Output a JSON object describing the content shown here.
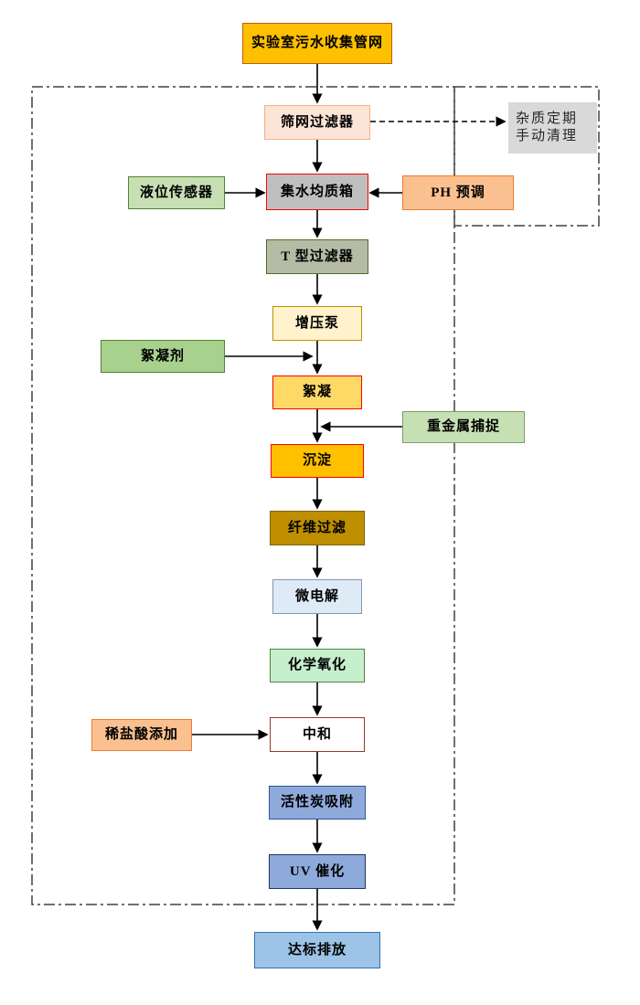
{
  "colors": {
    "arrow": "#000000",
    "boundary": "#404040",
    "background": "#FFFFFF"
  },
  "nodes": {
    "source": {
      "label": "实验室污水收集管网",
      "fill": "#FFC000",
      "border": "#C55A11"
    },
    "screen_filter": {
      "label": "筛网过滤器",
      "fill": "#FCE4D6",
      "border": "#F4B183"
    },
    "manual_clean_note": {
      "line1": "杂质定期",
      "line2": "手动清理",
      "fill": "#D9D9D9"
    },
    "level_sensor": {
      "label": "液位传感器",
      "fill": "#C6E0B4",
      "border": "#538135"
    },
    "collection_tank": {
      "label": "集水均质箱",
      "fill": "#BFBFBF",
      "border": "#FF0000"
    },
    "ph_preadjust": {
      "label": "PH 预调",
      "fill": "#FAC090",
      "border": "#ED7D31"
    },
    "t_filter": {
      "label": "T 型过滤器",
      "fill": "#B5BBA5",
      "border": "#4E6B30"
    },
    "booster_pump": {
      "label": "增压泵",
      "fill": "#FFF2CC",
      "border": "#BF9000"
    },
    "flocculant": {
      "label": "絮凝剂",
      "fill": "#A9D18E",
      "border": "#538135"
    },
    "flocculation": {
      "label": "絮凝",
      "fill": "#FFD966",
      "border": "#FF0000"
    },
    "heavy_metal": {
      "label": "重金属捕捉",
      "fill": "#C6E0B4",
      "border": "#7F9C65"
    },
    "sedimentation": {
      "label": "沉淀",
      "fill": "#FFC000",
      "border": "#FF0000"
    },
    "fiber_filter": {
      "label": "纤维过滤",
      "fill": "#BF8F00",
      "border": "#7F6000"
    },
    "micro_electrolysis": {
      "label": "微电解",
      "fill": "#DEEBF7",
      "border": "#8497B0"
    },
    "chemical_oxidation": {
      "label": "化学氧化",
      "fill": "#C6EFCE",
      "border": "#548235"
    },
    "dilute_hcl": {
      "label": "稀盐酸添加",
      "fill": "#FAC090",
      "border": "#ED7D31"
    },
    "neutralization": {
      "label": "中和",
      "fill": "#FFFFFF",
      "border": "#943634"
    },
    "activated_carbon": {
      "label": "活性炭吸附",
      "fill": "#8EAADB",
      "border": "#2F5597"
    },
    "uv_catalysis": {
      "label": "UV 催化",
      "fill": "#8EAADB",
      "border": "#1F3864"
    },
    "discharge": {
      "label": "达标排放",
      "fill": "#9DC3E6",
      "border": "#2E74B5"
    }
  }
}
